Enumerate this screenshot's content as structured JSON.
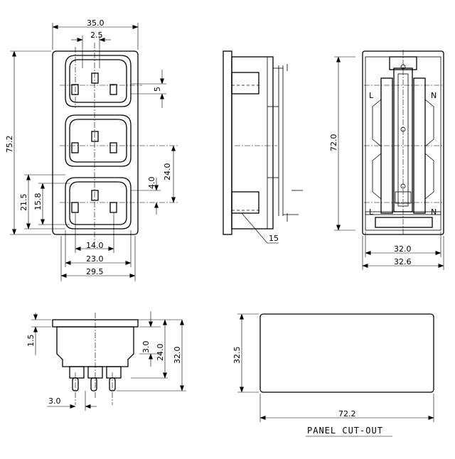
{
  "front_view": {
    "width": "35.0",
    "pin_spacing": "2.5",
    "pin_size": "5",
    "height": "75.2",
    "outlet_height": "21.5",
    "pin_height": "15.8",
    "pin_offset": "4.0",
    "outlet_pitch": "24.0",
    "pin_pitch": "14.0",
    "outlet_width": "23.0",
    "flange_width": "29.5"
  },
  "side_view": {
    "callout": "15"
  },
  "rear_view": {
    "height": "72.0",
    "width_inner": "32.0",
    "width_outer": "32.6",
    "label_l": "L",
    "label_n": "N"
  },
  "bottom_view": {
    "flange": "1.5",
    "step": "3.0",
    "body_height": "24.0",
    "total_height": "32.0",
    "pin_pitch": "3.0"
  },
  "cutout": {
    "height": "32.5",
    "width": "72.2",
    "title": "PANEL CUT-OUT"
  }
}
